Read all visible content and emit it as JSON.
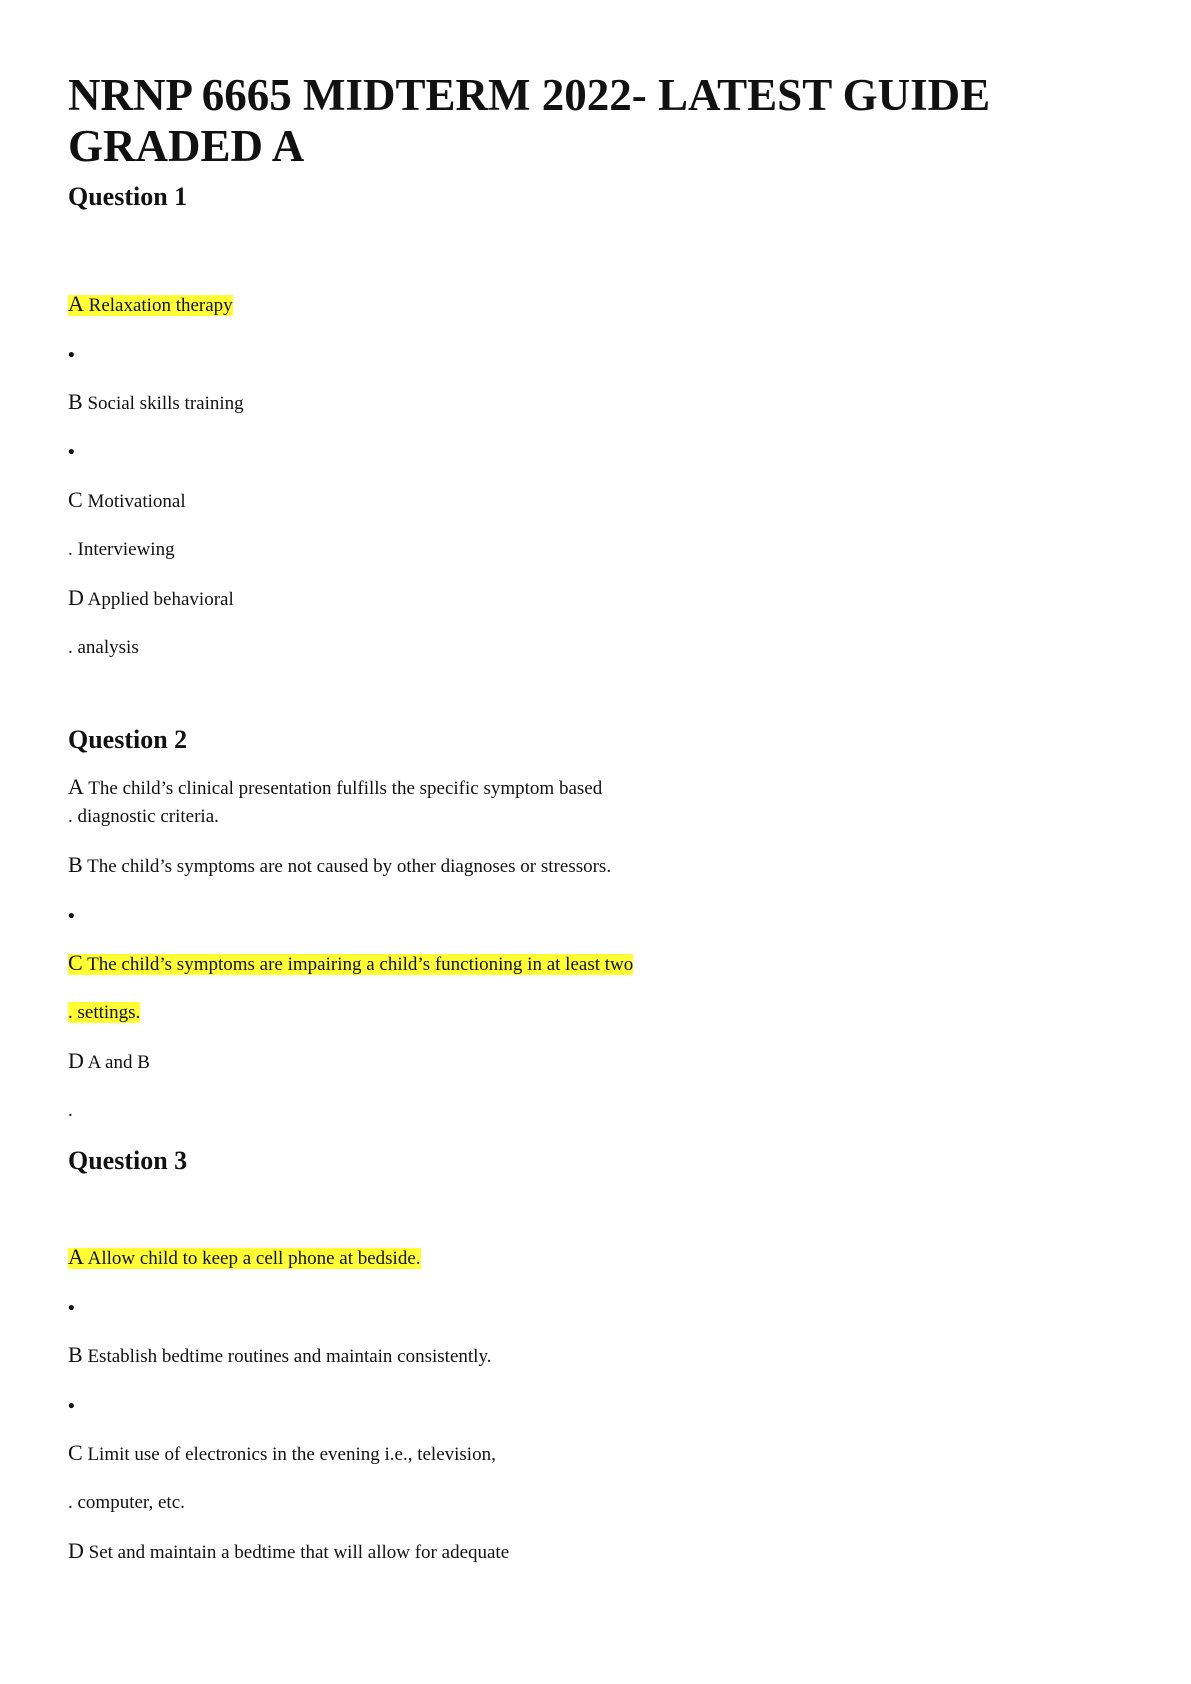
{
  "doc": {
    "title_line1": "NRNP 6665 MIDTERM 2022- LATEST GUIDE",
    "title_line2": "GRADED A"
  },
  "q1": {
    "heading": "Question 1",
    "a_letter": "A",
    "a_text": " Relaxation therapy",
    "b_letter": "B",
    "b_text": " Social skills training",
    "c_letter": "C",
    "c_text": " Motivational",
    "c_cont": ".  Interviewing",
    "d_letter": "D",
    "d_text": " Applied behavioral",
    "d_cont": ".  analysis",
    "bullet": "•"
  },
  "q2": {
    "heading": "Question 2",
    "a_letter": "A",
    "a_text": " The child’s clinical presentation fulfills the specific symptom based",
    "a_cont": ".  diagnostic criteria.",
    "b_letter": "B",
    "b_text": " The child’s symptoms are not caused by other diagnoses or stressors.",
    "c_letter": "C",
    "c_text": " The child’s symptoms are impairing a child’s functioning in at least two",
    "c_cont": ". settings.",
    "d_letter": "D",
    "d_text": " A and B",
    "d_cont": ".",
    "bullet": "•"
  },
  "q3": {
    "heading": "Question 3",
    "a_letter": "A",
    "a_text": " Allow child to keep a cell phone at bedside.",
    "b_letter": "B",
    "b_text": " Establish bedtime routines and maintain consistently.",
    "c_letter": "C",
    "c_text": " Limit use of electronics in the evening i.e., television,",
    "c_cont": ". computer, etc.",
    "d_letter": "D",
    "d_text": " Set and maintain a bedtime that will allow for adequate",
    "bullet": "•"
  },
  "colors": {
    "highlight": "#ffff33",
    "text": "#111111"
  }
}
